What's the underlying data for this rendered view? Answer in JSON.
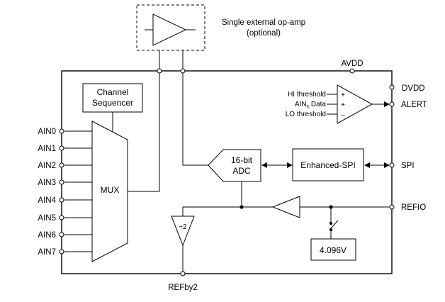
{
  "header": {
    "opamp_caption_line1": "Single external op-amp",
    "opamp_caption_line2": "(optional)"
  },
  "pins": {
    "avdd": "AVDD",
    "dvdd": "DVDD",
    "alert": "ALERT",
    "spi": "SPI",
    "refio": "REFIO",
    "refby2": "REFby2",
    "inputs": [
      "AIN0",
      "AIN1",
      "AIN2",
      "AIN3",
      "AIN4",
      "AIN5",
      "AIN6",
      "AIN7"
    ]
  },
  "blocks": {
    "channel_sequencer_line1": "Channel",
    "channel_sequencer_line2": "Sequencer",
    "mux": "MUX",
    "adc_line1": "16-bit",
    "adc_line2": "ADC",
    "enhanced_spi": "Enhanced-SPI",
    "reference_voltage": "4.096V",
    "divider": "÷2"
  },
  "comparator": {
    "hi_threshold": "HI threshold",
    "ain_data_prefix": "AIN",
    "ain_data_subscript": "x",
    "ain_data_suffix": " Data",
    "lo_threshold": "LO threshold",
    "plus1": "+",
    "plus2": "+",
    "minus": "–",
    "out_plus": "+",
    "out_minus": "–"
  }
}
